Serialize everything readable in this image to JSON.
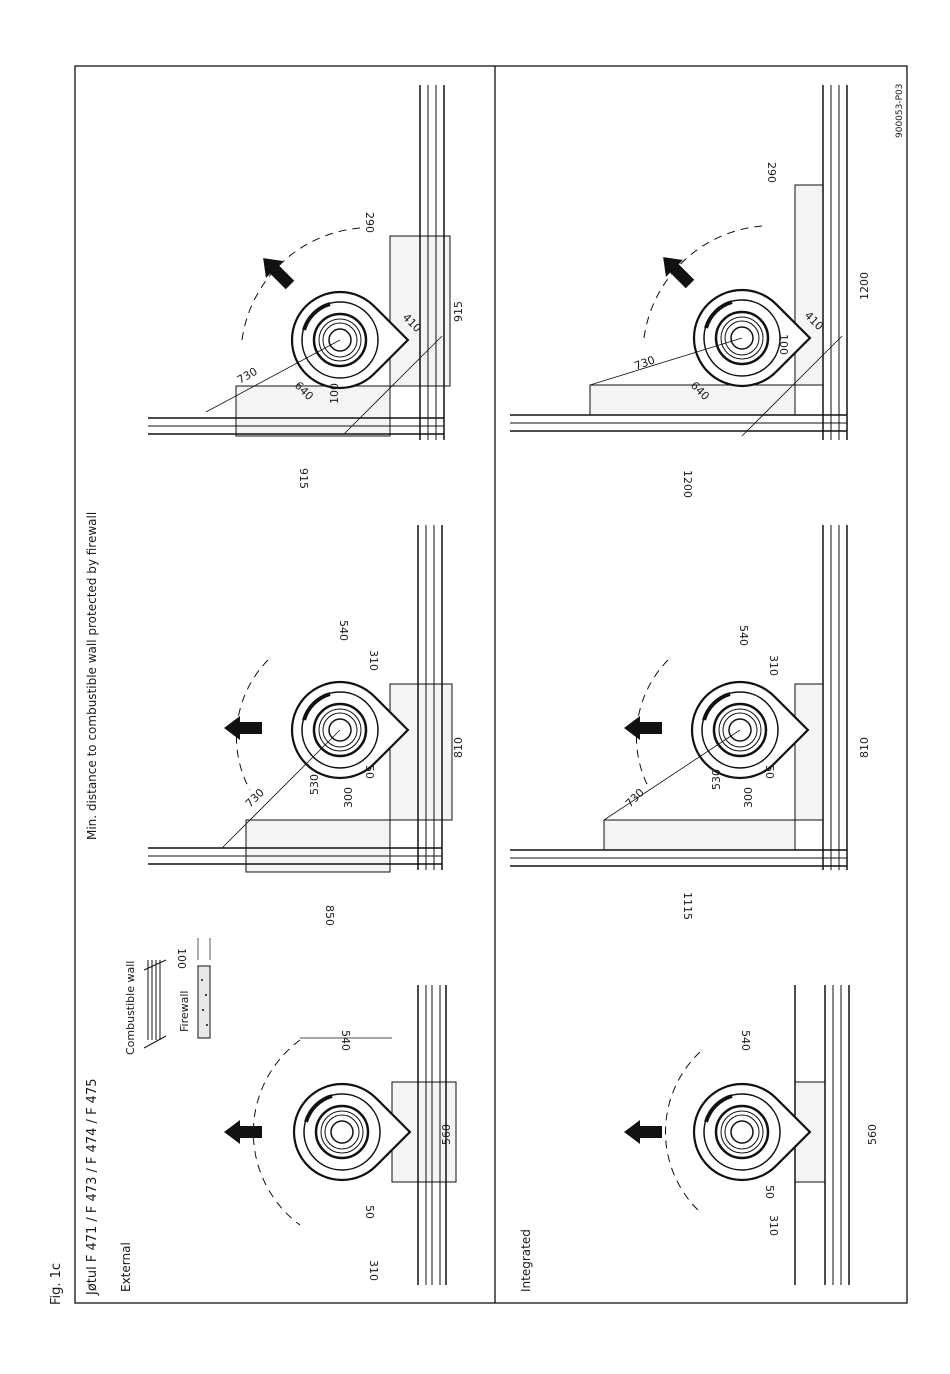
{
  "figure_label": "Fig. 1c",
  "document_code": "900053-P03",
  "main_heading": "Jøtul F 471 / F 473 / F 474 / F 475",
  "subheading": "Min. distance to combustible wall protected by firewall",
  "rows": {
    "external": "External",
    "integrated": "Integrated"
  },
  "legend": {
    "combustible_wall": "Combustible wall",
    "firewall": "Firewall",
    "firewall_thickness": "100"
  },
  "external_straight": {
    "wall_dist": "540",
    "flue_offset": "310",
    "side_gap": "50",
    "firewall_len": "560"
  },
  "external_corner": {
    "wall_dist": "540",
    "flue_offset": "310",
    "side_gap": "50",
    "dim_300": "300",
    "dim_530": "530",
    "diag_730": "730",
    "firewall_a": "810",
    "firewall_b": "850"
  },
  "external_diag": {
    "dist_290": "290",
    "diag_730": "730",
    "diag_640": "640",
    "diag_410": "410",
    "gap_100": "100",
    "firewall_a": "915",
    "firewall_b": "915"
  },
  "integrated_straight": {
    "wall_dist": "540",
    "flue_offset": "310",
    "side_gap": "50",
    "firewall_len": "560"
  },
  "integrated_corner": {
    "wall_dist": "540",
    "flue_offset": "310",
    "side_gap": "50",
    "dim_300": "300",
    "dim_530": "530",
    "diag_730": "730",
    "firewall_a": "810",
    "firewall_b": "1115"
  },
  "integrated_diag": {
    "dist_290": "290",
    "diag_730": "730",
    "diag_640": "640",
    "diag_410": "410",
    "gap_100": "100",
    "firewall_a": "1200",
    "firewall_b": "1200"
  }
}
